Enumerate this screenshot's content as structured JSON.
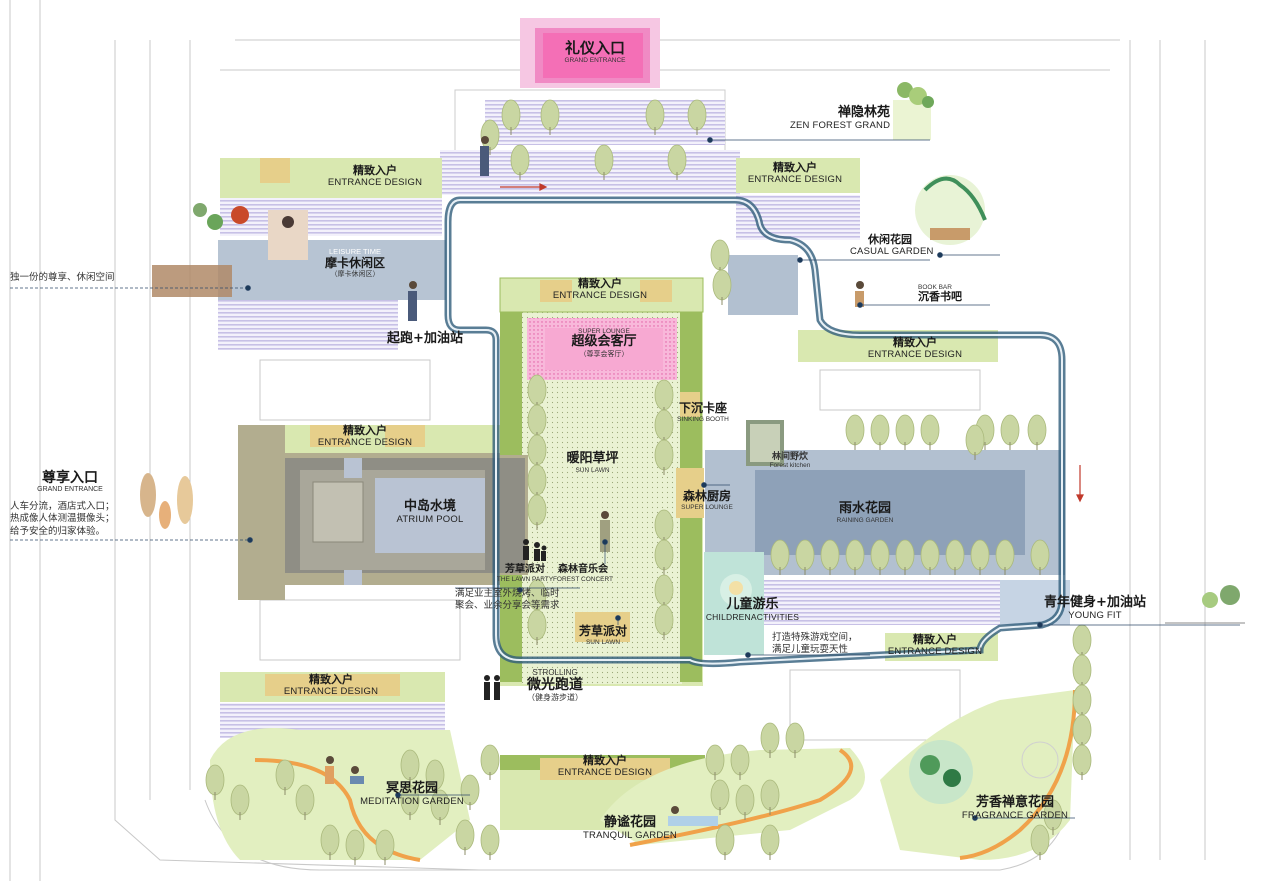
{
  "title": {
    "cn": "礼仪入口",
    "en": "GRAND ENTRANCE"
  },
  "zones": {
    "zen_forest": {
      "cn": "禅隐林苑",
      "en": "ZEN  FOREST GRAND"
    },
    "casual_garden": {
      "cn": "休闲花园",
      "en": "CASUAL  GARDEN"
    },
    "book_bar": {
      "cn": "沉香书吧",
      "en": "BOOK BAR"
    },
    "leisure": {
      "cn": "摩卡休闲区",
      "en": "LEISURE TIME",
      "sub": "（摩卡休闲区）"
    },
    "run_station_top": {
      "cn": "起跑+加油站"
    },
    "super_lounge": {
      "cn": "超级会客厅",
      "en": "SUPER LOUNGE",
      "sub": "（尊享会客厅）"
    },
    "sinking_booth": {
      "cn": "下沉卡座",
      "en": "SINKING BOOTH"
    },
    "sun_lawn": {
      "cn": "暖阳草坪",
      "en": "SUN LAWN"
    },
    "forest_kitchen": {
      "cn": "林间野炊",
      "en": "Forest kitchen"
    },
    "forest_kitchen2": {
      "cn": "森林厨房",
      "en": "SUPER LOUNGE"
    },
    "raining_garden": {
      "cn": "雨水花园",
      "en": "RAINING GARDEN"
    },
    "atrium_pool": {
      "cn": "中岛水境",
      "en": "ATRIUM POOL"
    },
    "lawn_party": {
      "cn": "芳草派对",
      "en": "THE LAWN PARTY"
    },
    "forest_concert": {
      "cn": "森林音乐会",
      "en": "FOREST CONCERT"
    },
    "lawn_party2": {
      "cn": "芳草派对",
      "en": "SUN LAWN"
    },
    "children": {
      "cn": "儿童游乐",
      "en": "CHILDRENACTIVITIES"
    },
    "young_fit": {
      "cn": "青年健身+加油站",
      "en": "YOUNG FIT"
    },
    "strolling": {
      "cn": "微光跑道",
      "en": "STROLLING",
      "sub": "（健身游步道）"
    },
    "meditation": {
      "cn": "冥思花园",
      "en": "MEDITATION GARDEN"
    },
    "tranquil": {
      "cn": "静谧花园",
      "en": "TRANQUIL GARDEN"
    },
    "fragrance": {
      "cn": "芳香禅意花园",
      "en": "FRAGRANCE  GARDEN"
    },
    "vip_entrance": {
      "cn": "尊享入口",
      "en": "GRAND ENTRANCE"
    }
  },
  "entrances": {
    "cn": "精致入户",
    "en": "ENTRANCE DESIGN"
  },
  "notes": {
    "leisure_note": "独一份的尊享、休闲空间",
    "vip_note": [
      "人车分流，酒店式入口；",
      "热成像人体测温摄像头；",
      "给予安全的归家体验。"
    ],
    "lawn_note": [
      "满足业主室外烧烤、临时",
      "聚会、业余分享会等需求"
    ],
    "children_note": [
      "打造特殊游戏空间，",
      "满足儿童玩耍天性"
    ]
  },
  "colors": {
    "lawn": "#d9e8b0",
    "hedge": "#9cbd5e",
    "path": "#2f5d7a",
    "water": "#9fb0c4",
    "pink": "#f46fb6",
    "sand": "#e6cf8a",
    "lilac": "#c7c0e6",
    "orange": "#f0a24a"
  }
}
